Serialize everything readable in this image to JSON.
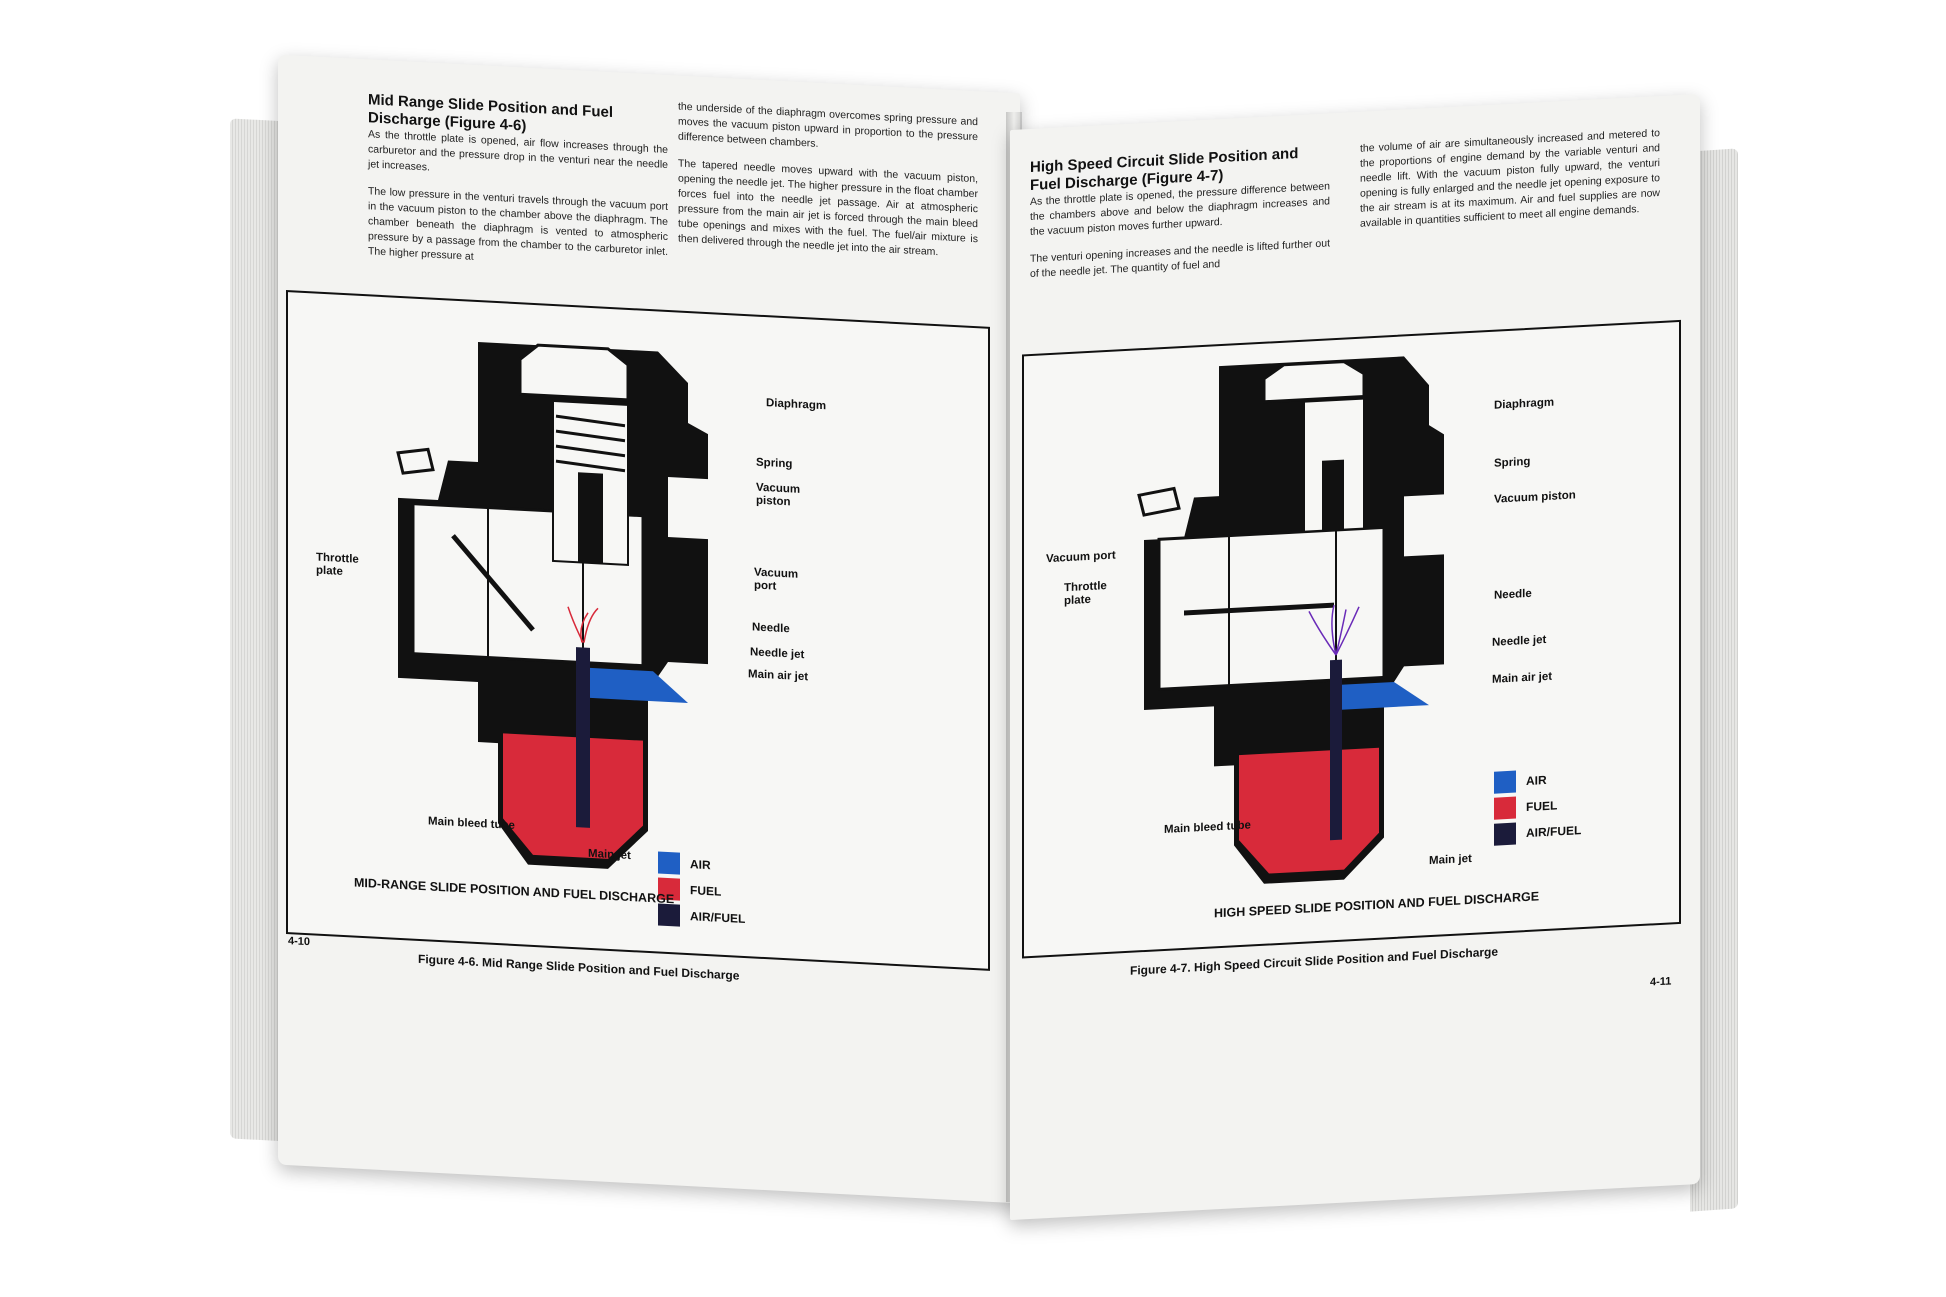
{
  "colors": {
    "air": "#1f5fc4",
    "fuel": "#d82a3a",
    "air_fuel": "#1b1b3a",
    "ink": "#111111",
    "paper": "#f3f3f1"
  },
  "left_page": {
    "heading": "Mid Range Slide Position and Fuel Discharge (Figure 4-6)",
    "col1_p1": "As the throttle plate is opened, air flow increases through the carburetor and the pressure drop in the venturi near the needle jet increases.",
    "col1_p2": "The low pressure in the venturi travels through the vacuum port in the vacuum piston to the chamber above the diaphragm. The chamber beneath the diaphragm is vented to atmospheric pressure by a passage from the chamber to the carburetor inlet. The higher pressure at",
    "col2_p1": "the underside of the diaphragm overcomes spring pressure and moves the vacuum piston upward in proportion to the pressure difference between chambers.",
    "col2_p2": "The tapered needle moves upward with the vacuum piston, opening the needle jet. The higher pressure in the float chamber forces fuel into the needle jet passage. Air at atmospheric pressure from the main air jet is forced through the main bleed tube openings and mixes with the fuel. The fuel/air mixture is then delivered through the needle jet into the air stream.",
    "callouts": {
      "diaphragm": "Diaphragm",
      "spring": "Spring",
      "vacuum_piston": "Vacuum piston",
      "vacuum_port": "Vacuum port",
      "throttle_plate": "Throttle plate",
      "needle": "Needle",
      "needle_jet": "Needle jet",
      "main_air_jet": "Main air jet",
      "main_bleed_tube": "Main bleed tube",
      "main_jet": "Main jet"
    },
    "legend": {
      "air": "AIR",
      "fuel": "FUEL",
      "air_fuel": "AIR/FUEL"
    },
    "diagram_title": "MID-RANGE SLIDE POSITION AND FUEL DISCHARGE",
    "caption": "Figure 4-6. Mid Range Slide Position and Fuel Discharge",
    "page_number": "4-10"
  },
  "right_page": {
    "heading": "High Speed Circuit Slide Position and Fuel Discharge (Figure 4-7)",
    "col1_p1": "As the throttle plate is opened, the pressure difference between the chambers above and below the diaphragm increases and the vacuum piston moves further upward.",
    "col1_p2": "The venturi opening increases and the needle is lifted further out of the needle jet. The quantity of fuel and",
    "col2_p1": "the volume of air are simultaneously increased and metered to the proportions of engine demand by the variable venturi and needle lift. With the vacuum piston fully upward, the venturi opening is fully enlarged and the needle jet opening exposure to the air stream is at its maximum. Air and fuel supplies are now available in quantities sufficient to meet all engine demands.",
    "callouts": {
      "diaphragm": "Diaphragm",
      "spring": "Spring",
      "vacuum_piston": "Vacuum piston",
      "vacuum_port": "Vacuum port",
      "throttle_plate": "Throttle plate",
      "needle": "Needle",
      "needle_jet": "Needle jet",
      "main_air_jet": "Main air jet",
      "main_bleed_tube": "Main bleed tube",
      "main_jet": "Main jet"
    },
    "legend": {
      "air": "AIR",
      "fuel": "FUEL",
      "air_fuel": "AIR/FUEL"
    },
    "diagram_title": "HIGH SPEED SLIDE POSITION AND FUEL DISCHARGE",
    "caption": "Figure 4-7. High Speed Circuit Slide Position and Fuel Discharge",
    "page_number": "4-11"
  }
}
